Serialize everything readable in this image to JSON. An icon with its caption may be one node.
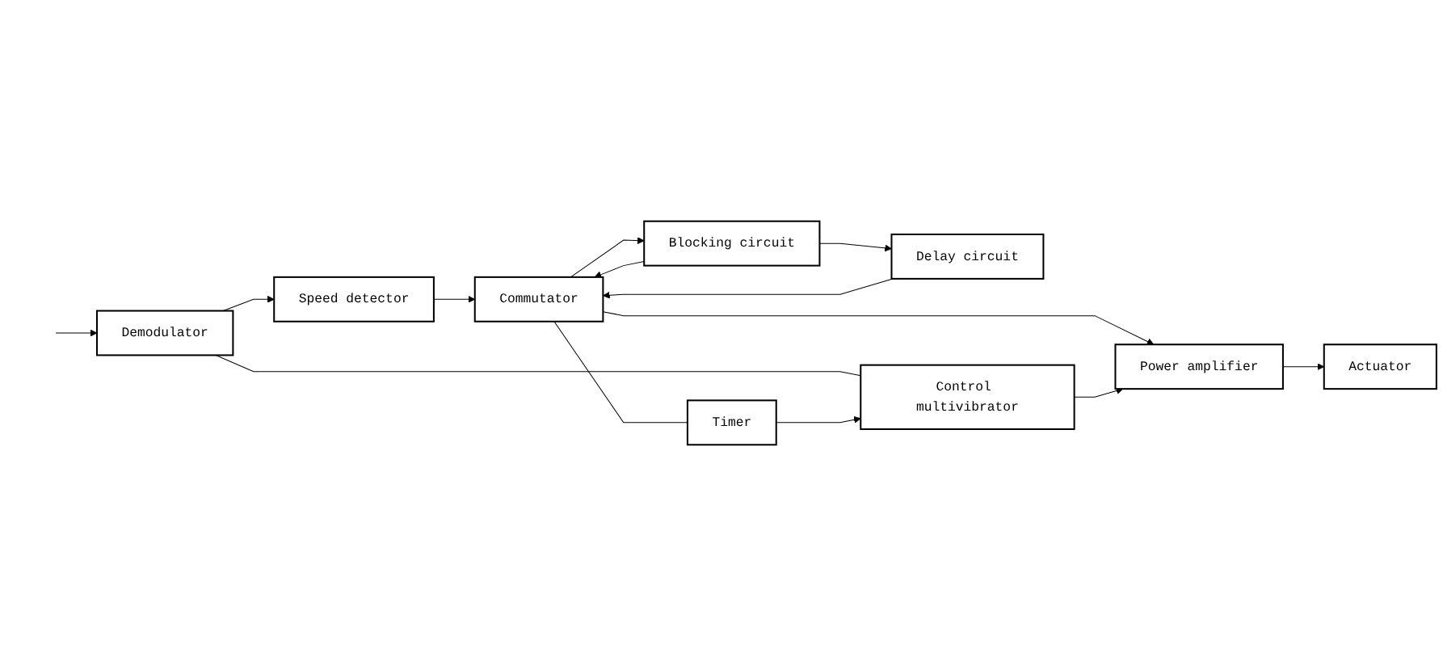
{
  "diagram": {
    "nodes": [
      {
        "text": [
          "Commutator"
        ]
      },
      {
        "text": [
          "Blocking circuit"
        ]
      },
      {
        "text": [
          "Delay circuit"
        ]
      },
      {
        "text": [
          "Speed detector"
        ]
      },
      {
        "text": [
          "Timer"
        ]
      },
      {
        "text": [
          "Power amplifier"
        ]
      },
      {
        "text": [
          "Actuator"
        ]
      },
      {
        "text": [
          "Demodulator"
        ]
      },
      {
        "text": [
          "Control multivibrator"
        ]
      }
    ],
    "edges": [
      {
        "from": null,
        "to": 7,
        "arrow": "to"
      },
      {
        "from": 7,
        "to": 3,
        "arrow": "to"
      },
      {
        "from": 7,
        "to": 8,
        "arrow": "none"
      },
      {
        "from": 3,
        "to": 0,
        "arrow": "to"
      },
      {
        "from": 0,
        "to": 1,
        "arrow": "to"
      },
      {
        "from": 1,
        "to": 2,
        "arrow": "to"
      },
      {
        "from": 2,
        "to": 0,
        "arrow": "to"
      },
      {
        "from": 1,
        "to": 0,
        "arrow": "to"
      },
      {
        "from": 0,
        "to": 5,
        "arrow": "to"
      },
      {
        "from": 0,
        "to": 4,
        "arrow": "none"
      },
      {
        "from": 4,
        "to": 8,
        "arrow": "to"
      },
      {
        "from": 8,
        "to": 5,
        "arrow": "to"
      },
      {
        "from": 5,
        "to": 6,
        "arrow": "to"
      }
    ]
  }
}
